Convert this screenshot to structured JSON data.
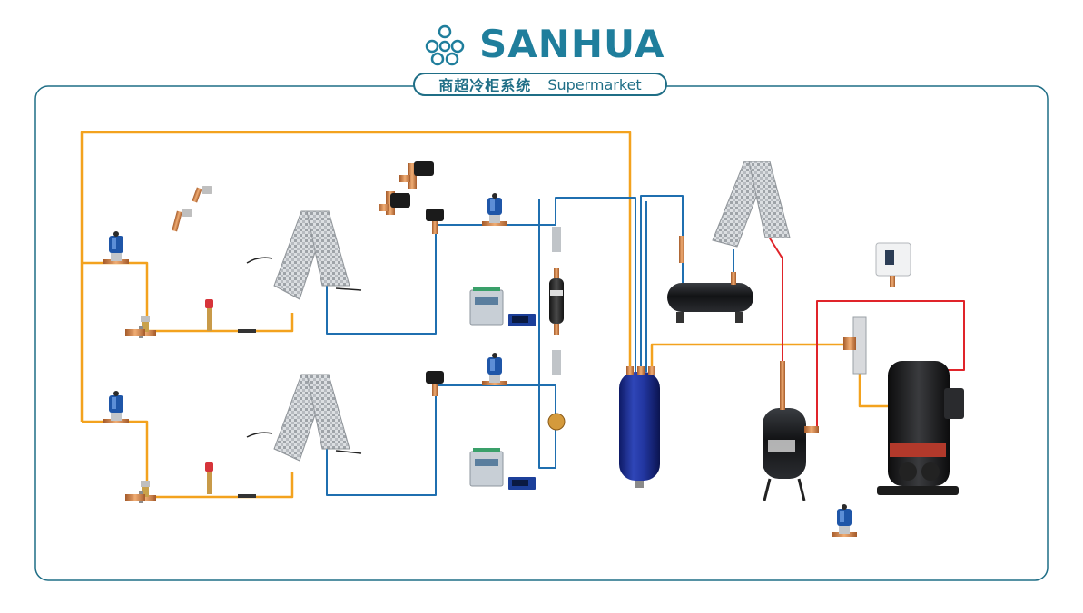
{
  "brand": {
    "name": "SANHUA"
  },
  "tagline": {
    "cn": "商超冷柜系统",
    "en": "Supermarket"
  },
  "colors": {
    "accent": "#1f7e9c",
    "frame": "#1f6e86",
    "liquid_line": "#f3a21e",
    "suction_line": "#1f6fb0",
    "discharge_line": "#e0242a"
  },
  "components": [
    "solenoid-valve",
    "expansion-valve",
    "evaporator-coil",
    "condenser-coil",
    "filter-drier",
    "sight-glass",
    "liquid-receiver",
    "suction-accumulator",
    "oil-separator",
    "scroll-compressor",
    "electronic-controller",
    "pressure-switch"
  ]
}
